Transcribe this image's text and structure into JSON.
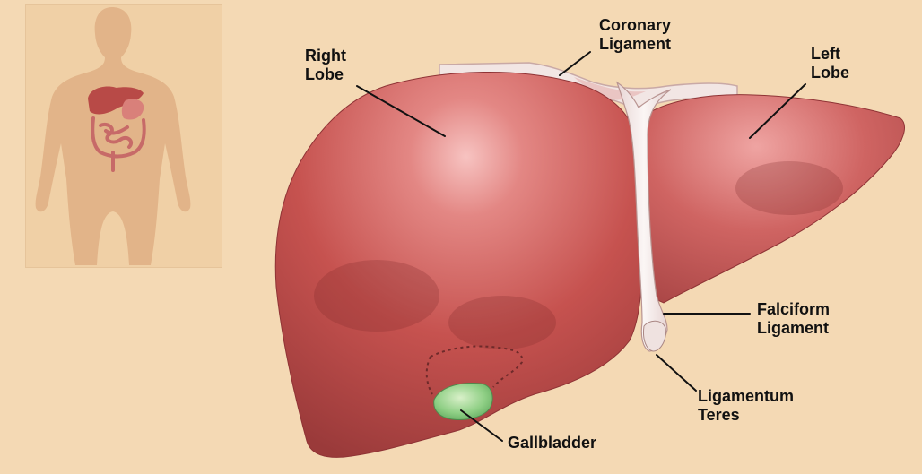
{
  "colors": {
    "background": "#f4d9b4",
    "liver": "#c9575a",
    "liver_dark": "#8f3335",
    "ligament": "#f3e9e6",
    "gallbladder": "#7ec07a",
    "body_silhouette": "#e5b98d"
  },
  "labels": {
    "coronary_ligament": {
      "line1": "Coronary",
      "line2": "Ligament"
    },
    "right_lobe": {
      "line1": "Right",
      "line2": "Lobe"
    },
    "left_lobe": {
      "line1": "Left",
      "line2": "Lobe"
    },
    "falciform_ligament": {
      "line1": "Falciform",
      "line2": "Ligament"
    },
    "ligamentum_teres": {
      "line1": "Ligamentum",
      "line2": "Teres"
    },
    "gallbladder": {
      "line1": "Gallbladder"
    }
  }
}
